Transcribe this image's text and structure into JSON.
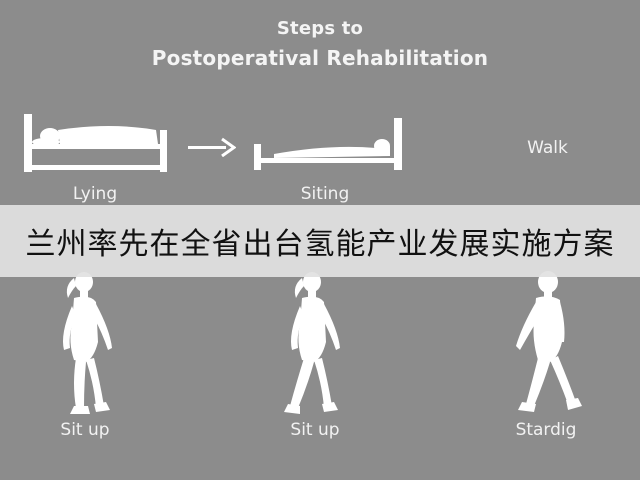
{
  "title": {
    "line1": "Steps to",
    "line2": "Postoperatival Rehabilitation"
  },
  "steps": [
    {
      "label": "Lying"
    },
    {
      "label": "Siting"
    },
    {
      "label": "Walk"
    },
    {
      "label": "Sit up"
    },
    {
      "label": "Sit up"
    },
    {
      "label": "Stardig"
    }
  ],
  "banner": {
    "text": "兰州率先在全省出台氢能产业发展实施方案"
  },
  "icons": {
    "bed1": "bed-with-person-icon",
    "bed2": "bed-lying-flat-icon",
    "arrow": "arrow-right-icon",
    "fig1": "woman-walking-icon",
    "fig2": "woman-walking-icon",
    "fig3": "woman-walking-icon"
  },
  "colors": {
    "background": "#8c8c8c",
    "ink": "#ffffff",
    "banner": "#e1e1e1"
  }
}
